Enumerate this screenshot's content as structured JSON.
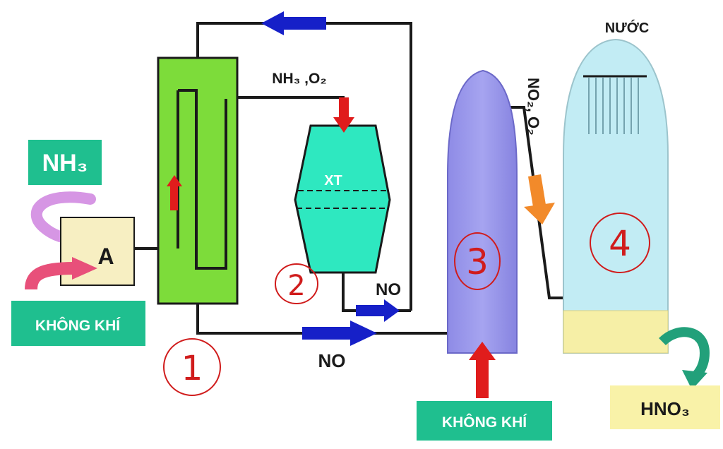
{
  "labels": {
    "nh3": "NH₃",
    "khong_khi_left": "KHÔNG KHÍ",
    "mixer": "A",
    "reactant_pipe": "NH₃ ,O₂",
    "catalyst": "XT",
    "no_bypass": "NO",
    "no_main": "NO",
    "no2_o2": "NO₂, O₂",
    "water": "NƯỚC",
    "khong_khi_bottom": "KHÔNG KHÍ",
    "product": "HNO₃"
  },
  "stage_numbers": {
    "one": "1",
    "two": "2",
    "three": "3",
    "four": "4"
  },
  "colors": {
    "pipe": "#1a1a1a",
    "exchanger": "#7ddc3a",
    "exchanger_inner": "#6ed52a",
    "reactor": "#2ee8c0",
    "oxidation_tower": "#9b99ec",
    "absorption_tower": "#c2ecf4",
    "absorption_bottom": "#f6efa6",
    "label_box": "#1fbf8f",
    "product_box": "#f9f2a8",
    "mixer_box": "#f7efc2",
    "blue_arrow": "#1620c8",
    "red_arrow": "#e01c1c",
    "orange_arrow": "#f28a2a",
    "pink_arrow": "#e8507a",
    "violet_arrow": "#d696e4",
    "teal_arrow": "#22a07a",
    "annotation": "#d01c1c"
  }
}
